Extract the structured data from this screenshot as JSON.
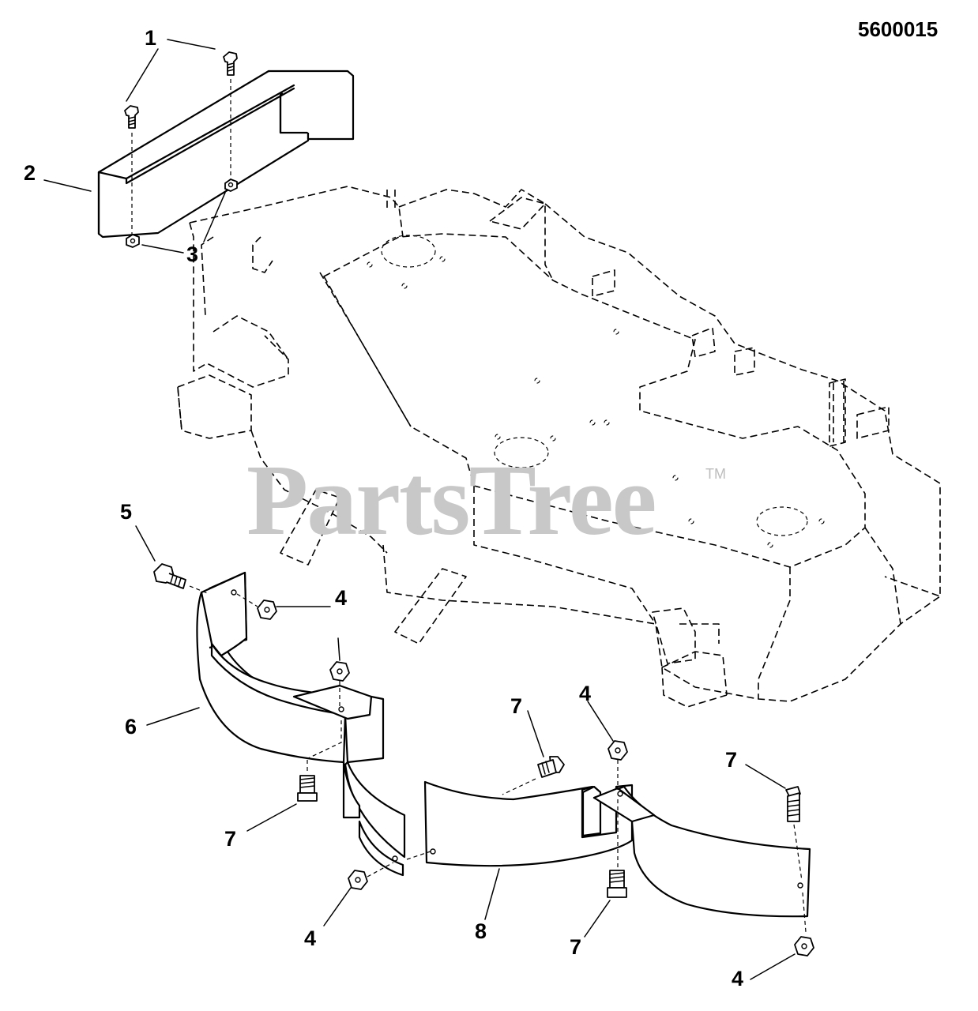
{
  "diagram_number": "5600015",
  "watermark": {
    "text": "PartsTree",
    "trademark": "TM"
  },
  "callouts": [
    {
      "id": "callout-1",
      "label": "1"
    },
    {
      "id": "callout-2",
      "label": "2"
    },
    {
      "id": "callout-3",
      "label": "3"
    },
    {
      "id": "callout-5",
      "label": "5"
    },
    {
      "id": "callout-4a",
      "label": "4"
    },
    {
      "id": "callout-4b",
      "label": "4"
    },
    {
      "id": "callout-6",
      "label": "6"
    },
    {
      "id": "callout-7a",
      "label": "7"
    },
    {
      "id": "callout-7b",
      "label": "7"
    },
    {
      "id": "callout-4c",
      "label": "4"
    },
    {
      "id": "callout-7c",
      "label": "7"
    },
    {
      "id": "callout-7d",
      "label": "7"
    },
    {
      "id": "callout-4d",
      "label": "4"
    },
    {
      "id": "callout-8",
      "label": "8"
    },
    {
      "id": "callout-7e",
      "label": "7"
    },
    {
      "id": "callout-4e",
      "label": "4"
    }
  ]
}
